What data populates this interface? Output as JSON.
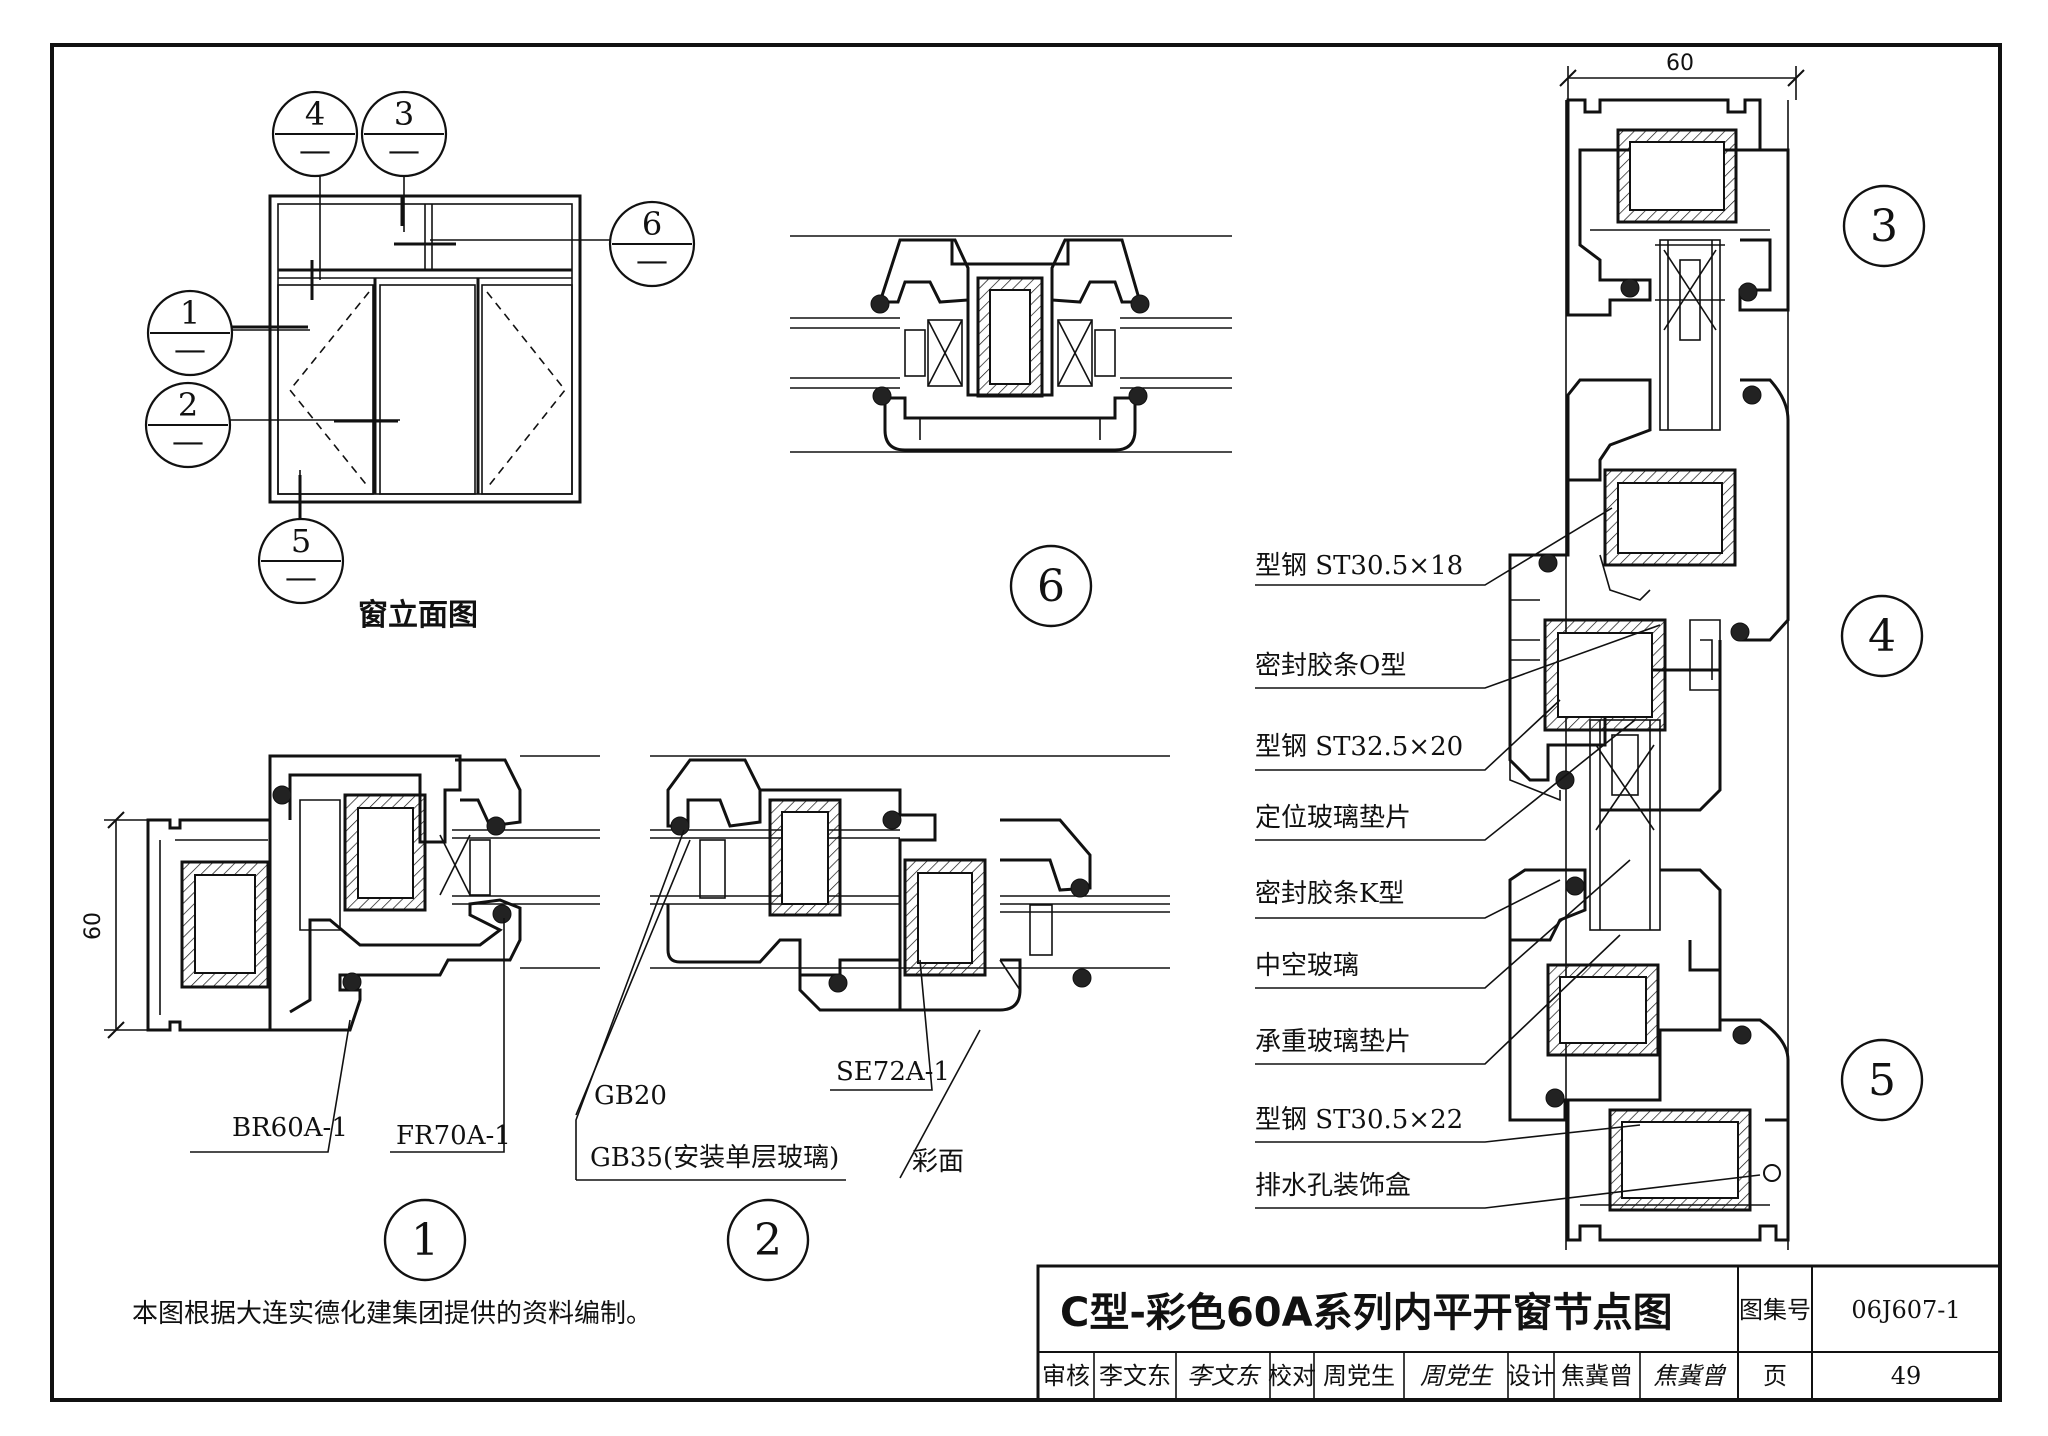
{
  "elevation": {
    "caption": "窗立面图",
    "callouts": [
      {
        "num": "1",
        "sub": "—"
      },
      {
        "num": "2",
        "sub": "—"
      },
      {
        "num": "3",
        "sub": "—"
      },
      {
        "num": "4",
        "sub": "—"
      },
      {
        "num": "5",
        "sub": "—"
      },
      {
        "num": "6",
        "sub": "—"
      }
    ]
  },
  "section_labels": {
    "s1": "1",
    "s2": "2",
    "s3": "3",
    "s4": "4",
    "s5": "5",
    "s6": "6"
  },
  "dimensions": {
    "left_60": "60",
    "top_60": "60"
  },
  "part_labels": {
    "br60a": "BR60A-1",
    "fr70a": "FR70A-1",
    "gb20": "GB20",
    "gb35": "GB35(安装单层玻璃)",
    "se72a": "SE72A-1",
    "caimian": "彩面"
  },
  "right_labels": [
    "型钢 ST30.5×18",
    "密封胶条O型",
    "型钢 ST32.5×20",
    "定位玻璃垫片",
    "密封胶条K型",
    "中空玻璃",
    "承重玻璃垫片",
    "型钢 ST30.5×22",
    "排水孔装饰盒"
  ],
  "note": "本图根据大连实德化建集团提供的资料编制。",
  "title_block": {
    "title": "C型-彩色60A系列内平开窗节点图",
    "atlas_label": "图集号",
    "atlas_no": "06J607-1",
    "page_label": "页",
    "page_no": "49",
    "review_label": "审核",
    "review_name": "李文东",
    "review_sig": "李文东",
    "check_label": "校对",
    "check_name": "周党生",
    "check_sig": "周党生",
    "design_label": "设计",
    "design_name": "焦冀曾",
    "design_sig": "焦冀曾"
  }
}
